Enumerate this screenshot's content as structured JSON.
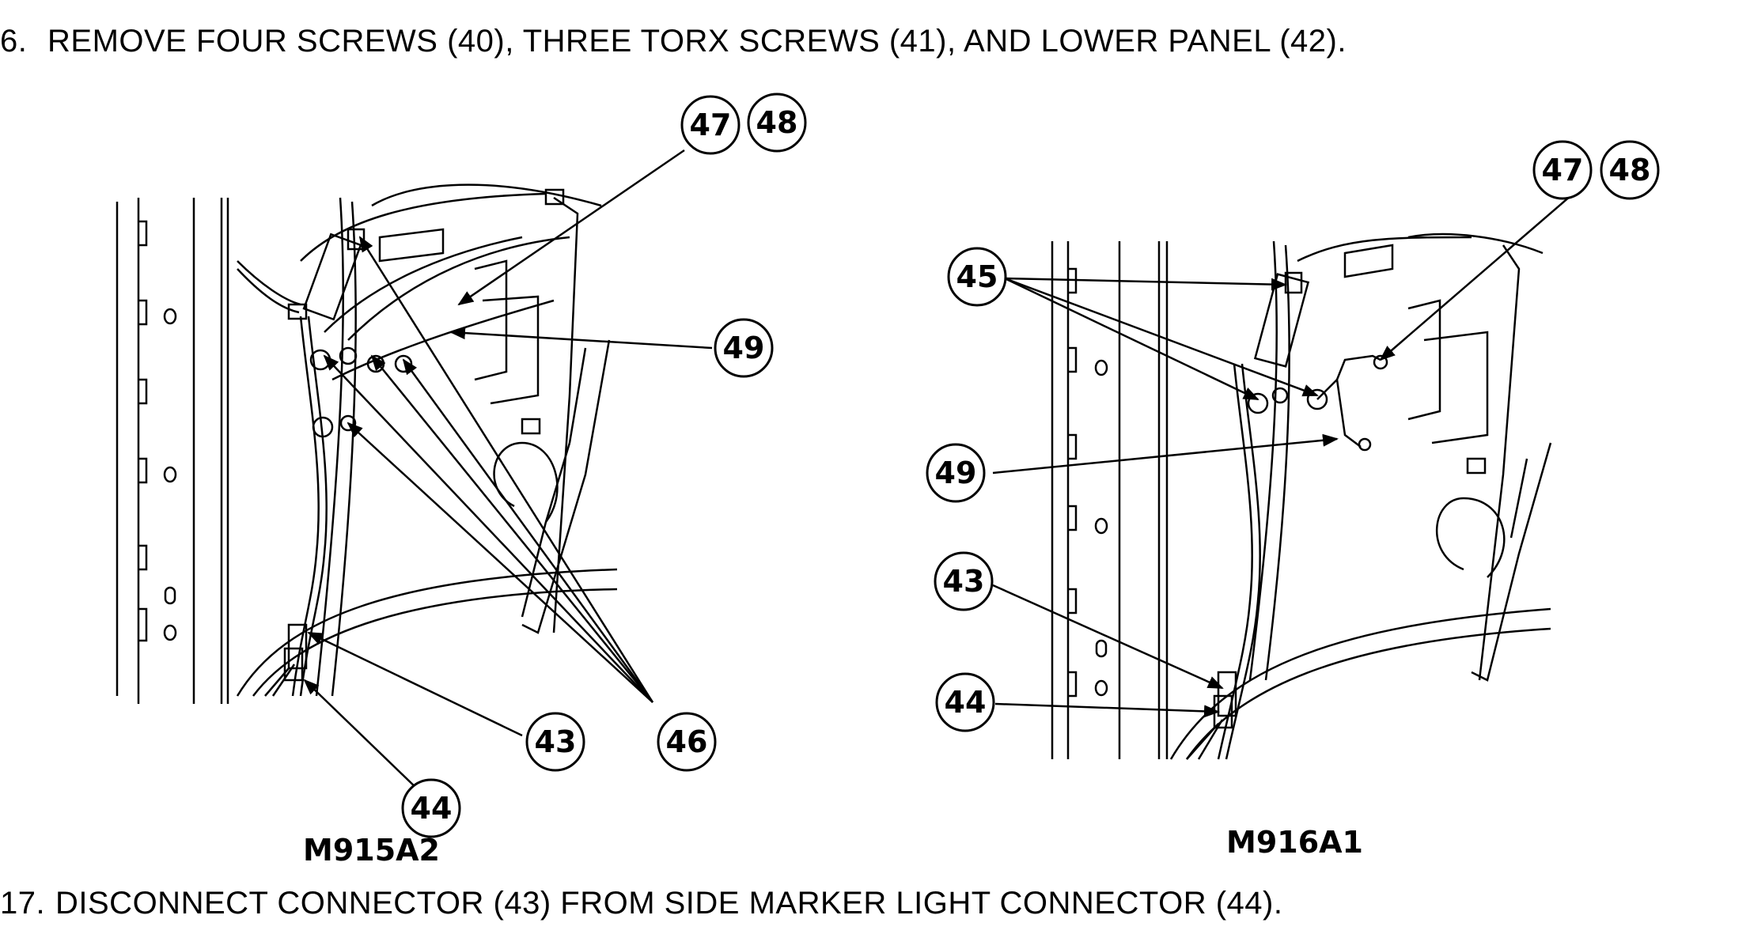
{
  "steps": [
    {
      "number": "6.",
      "text": "REMOVE FOUR SCREWS (40), THREE TORX SCREWS (41), AND LOWER PANEL (42)."
    },
    {
      "number": "17.",
      "text": "DISCONNECT CONNECTOR (43) FROM SIDE  MARKER LIGHT CONNECTOR (44)."
    }
  ],
  "left_figure": {
    "caption": "M915A2",
    "callouts": {
      "c47": "47",
      "c48": "48",
      "c49": "49",
      "c43": "43",
      "c44": "44",
      "c46": "46"
    }
  },
  "right_figure": {
    "caption": "M916A1",
    "callouts": {
      "c47": "47",
      "c48": "48",
      "c45": "45",
      "c49": "49",
      "c43": "43",
      "c44": "44"
    }
  }
}
